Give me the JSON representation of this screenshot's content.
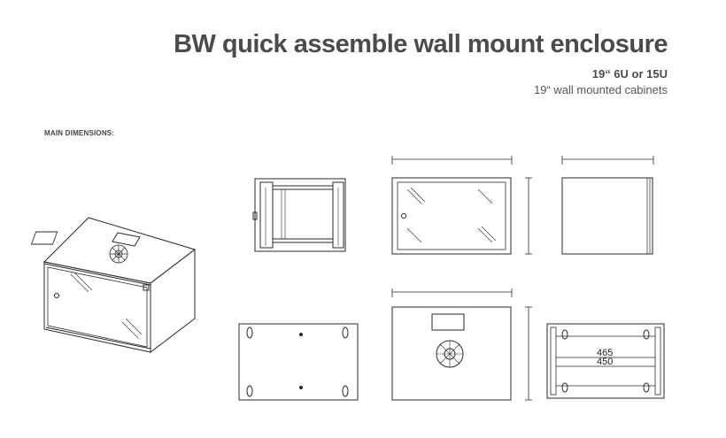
{
  "header": {
    "title": "BW  quick assemble wall mount enclosure",
    "subtitle": "19“ 6U or 15U",
    "tagline": "19“ wall mounted cabinets"
  },
  "section": {
    "label": "MAIN DIMENSIONS:"
  },
  "drawings": {
    "rail_dimension_1": "465",
    "rail_dimension_2": "450"
  },
  "colors": {
    "line": "#2a2a2a",
    "title": "#4b4b4b"
  }
}
